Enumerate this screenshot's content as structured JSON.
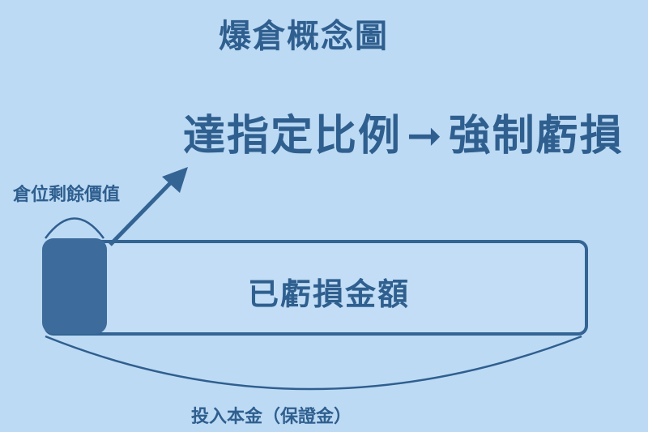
{
  "title": "爆倉概念圖",
  "headline": {
    "condition": "達指定比例",
    "arrow": "➞",
    "result": "強制虧損"
  },
  "labels": {
    "remaining_value": "倉位剩餘價值",
    "lost_amount": "已虧損金額",
    "principal": "投入本金（保證金）"
  },
  "colors": {
    "background": "#bddaf4",
    "primary": "#2f5f8f",
    "fill": "#3d6c9c"
  }
}
